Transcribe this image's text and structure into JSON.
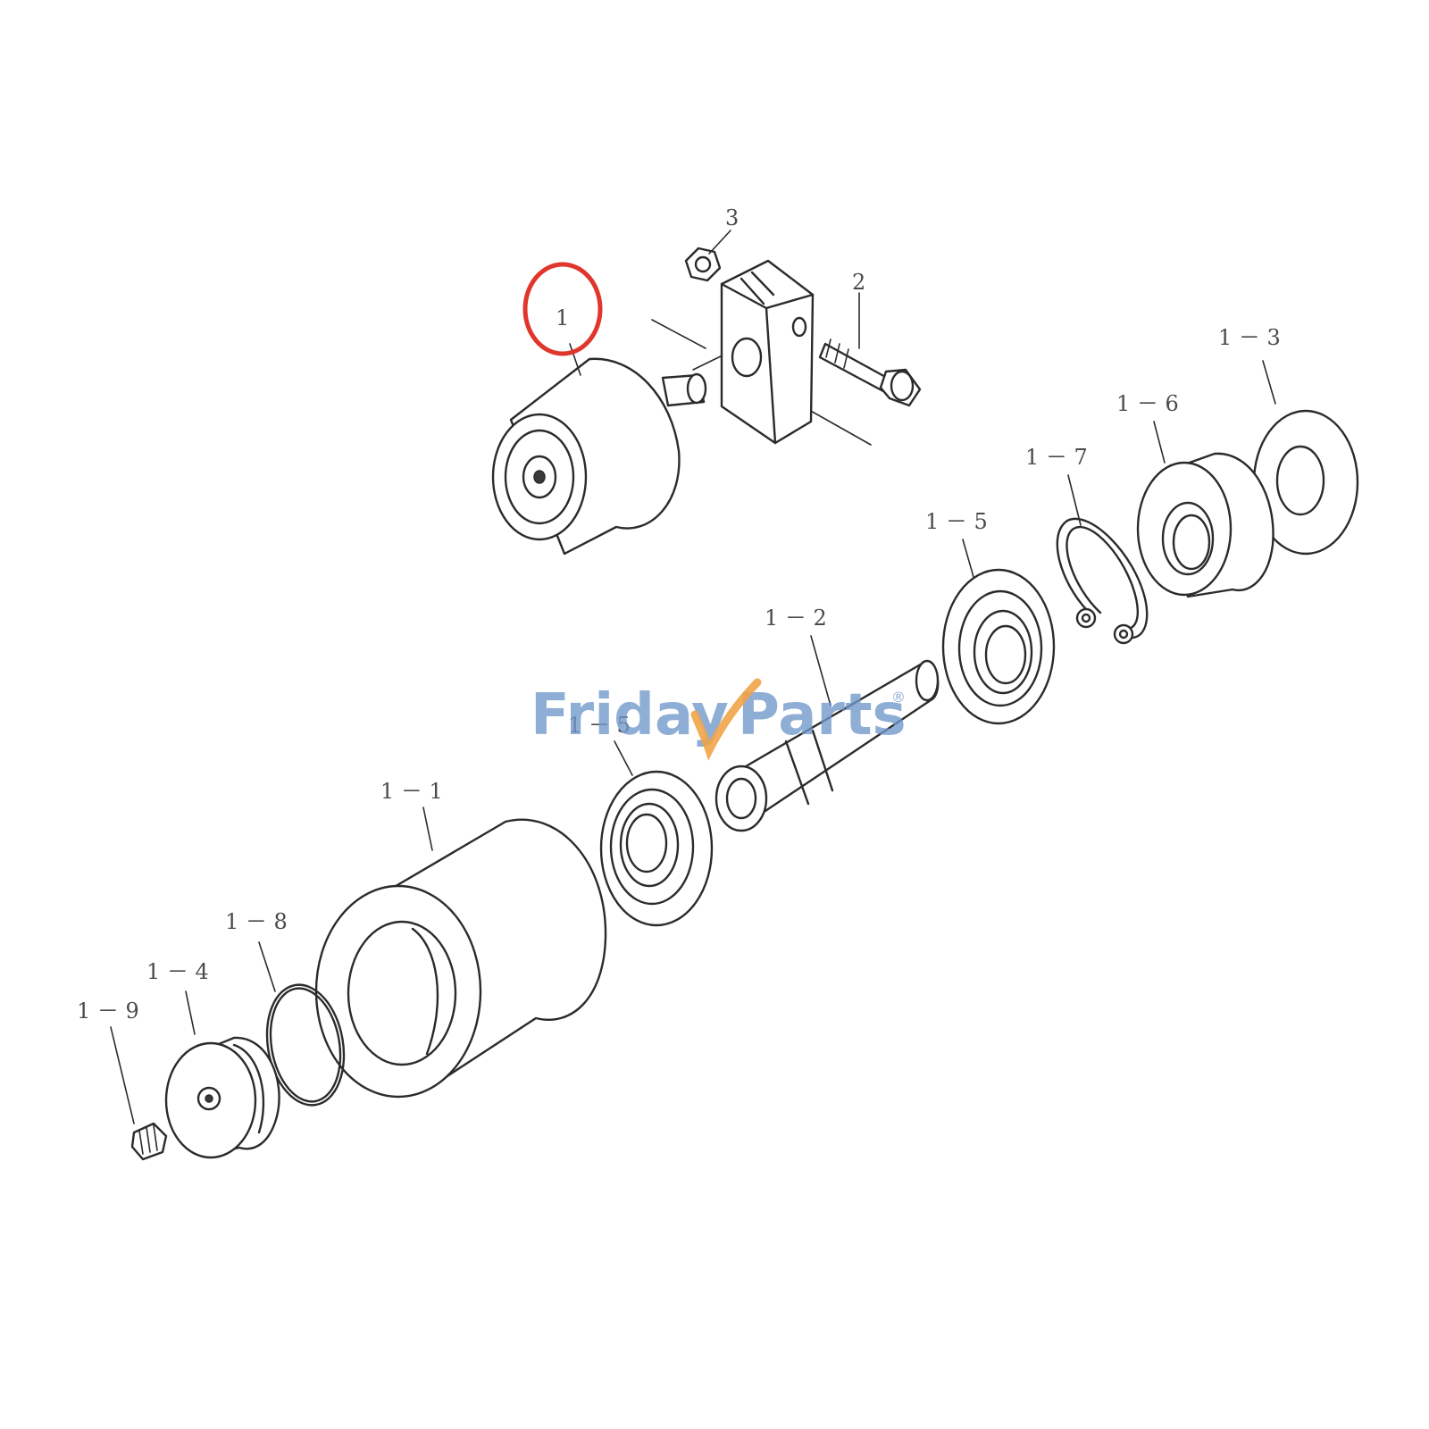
{
  "callouts": {
    "p1": "1",
    "p2": "2",
    "p3": "3",
    "p1_1": "1 － 1",
    "p1_2": "1 － 2",
    "p1_3": "1 － 3",
    "p1_4": "1 － 4",
    "p1_5_front": "1 － 5",
    "p1_5_back": "1 － 5",
    "p1_6": "1 － 6",
    "p1_7": "1 － 7",
    "p1_8": "1 － 8",
    "p1_9": "1 － 9"
  },
  "watermark": {
    "left": "Friday",
    "right": "Parts",
    "mark": "®"
  },
  "colors": {
    "highlight": "#e0362c",
    "watermark_blue": "#6f97c9",
    "watermark_orange": "#f0a448"
  }
}
